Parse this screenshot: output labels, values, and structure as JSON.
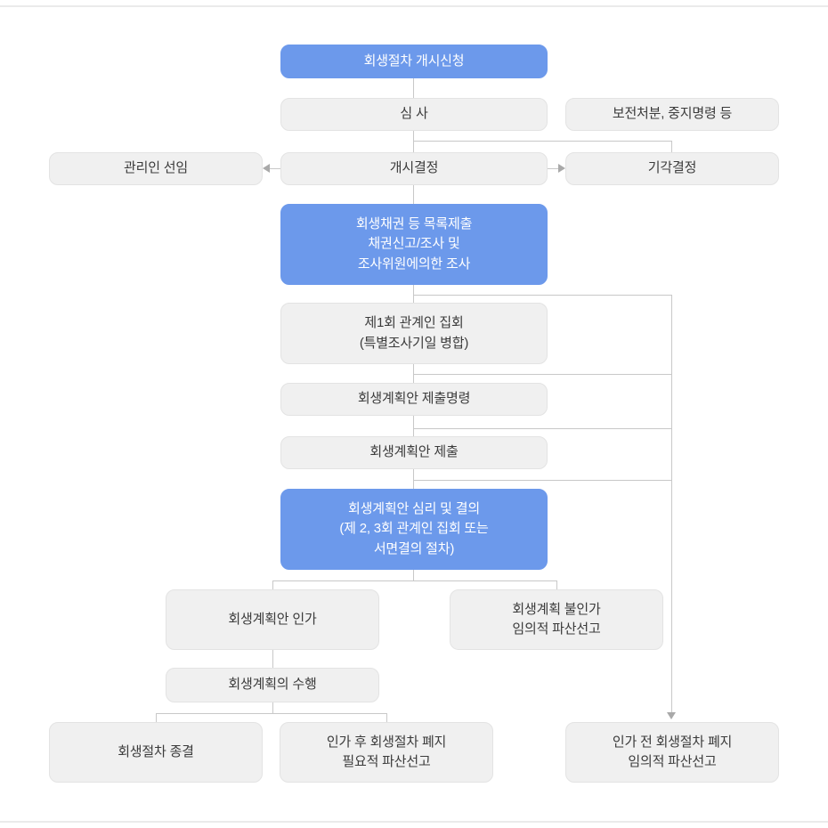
{
  "colors": {
    "primary_blue": "#6c99eb",
    "box_background": "#f0f0f0",
    "box_border": "#e3e3e3",
    "connector_line": "#c8c8c8",
    "arrowhead": "#a9a9a9",
    "text_dark": "#3b3b3b",
    "page_rule": "#eaeaea"
  },
  "flowchart": {
    "nodes": {
      "application": {
        "label": "회생절차 개시신청"
      },
      "examination": {
        "label": "심 사"
      },
      "preservation": {
        "label": "보전처분, 중지명령 등"
      },
      "custodian_appointment": {
        "label": "관리인 선임"
      },
      "commencement_decision": {
        "label": "개시결정"
      },
      "dismissal_decision": {
        "label": "기각결정"
      },
      "claims_investigation": {
        "lines": [
          "회생채권 등 목록제출",
          "채권신고/조사 및",
          "조사위원에의한 조사"
        ]
      },
      "first_meeting": {
        "lines": [
          "제1회 관계인 집회",
          "(특별조사기일 병합)"
        ]
      },
      "plan_submission_order": {
        "label": "회생계획안 제출명령"
      },
      "plan_submission": {
        "label": "회생계획안 제출"
      },
      "plan_deliberation": {
        "lines": [
          "회생계획안 심리 및 결의",
          "(제 2, 3회 관계인 집회 또는",
          "서면결의 절차)"
        ]
      },
      "plan_approval": {
        "label": "회생계획안 인가"
      },
      "plan_disapproval": {
        "lines": [
          "회생계획 불인가",
          "임의적 파산선고"
        ]
      },
      "plan_implementation": {
        "label": "회생계획의 수행"
      },
      "procedure_closure": {
        "label": "회생절차 종결"
      },
      "post_approval_discontinuance": {
        "lines": [
          "인가 후 회생절차 폐지",
          "필요적 파산선고"
        ]
      },
      "pre_approval_discontinuance": {
        "lines": [
          "인가 전 회생절차 폐지",
          "임의적 파산선고"
        ]
      }
    }
  }
}
